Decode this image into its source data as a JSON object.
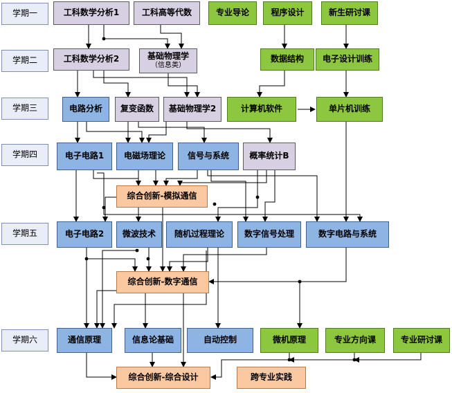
{
  "semesters": [
    "学期一",
    "学期二",
    "学期三",
    "学期四",
    "学期五",
    "学期六"
  ],
  "courses": {
    "c1": "工科数学分析1",
    "c2": "工科高等代数",
    "c3": "专业导论",
    "c4": "程序设计",
    "c5": "新生研讨课",
    "c6": "工科数学分析2",
    "c7": "基础物理学",
    "c7_sub": "（信息类）",
    "c8": "数据结构",
    "c9": "电子设计训练",
    "c10": "电路分析",
    "c11": "复变函数",
    "c12": "基础物理学2",
    "c13": "计算机软件",
    "c14": "单片机训练",
    "c15": "电子电路1",
    "c16": "电磁场理论",
    "c17": "信号与系统",
    "c18": "概率统计B",
    "c19": "综合创新-模拟通信",
    "c20": "电子电路2",
    "c21": "微波技术",
    "c22": "随机过程理论",
    "c23": "数字信号处理",
    "c24": "数字电路与系统",
    "c25": "综合创新-数字通信",
    "c26": "通信原理",
    "c27": "信息论基础",
    "c28": "自动控制",
    "c29": "微机原理",
    "c30": "专业方向课",
    "c31": "专业研讨课",
    "c32": "综合创新-综合设计",
    "c33": "跨专业实践"
  },
  "colors": {
    "purple": "#d7cfe2",
    "green": "#8dc63f",
    "blue": "#8eb4e3",
    "orange": "#fac9a2",
    "semester": "#e8edf7",
    "line": "#000000"
  }
}
